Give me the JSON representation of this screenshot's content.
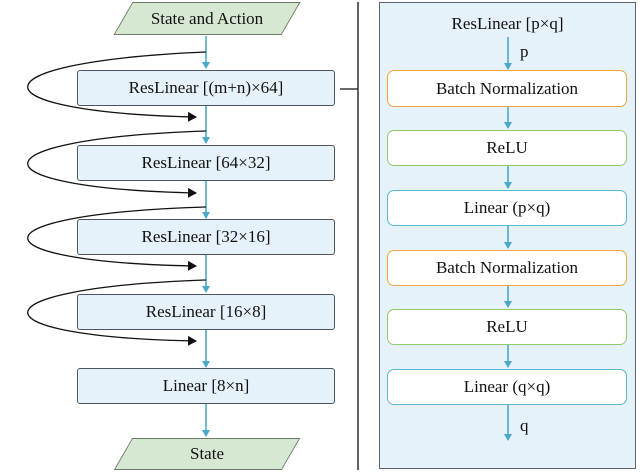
{
  "left": {
    "input": "State and Action",
    "layers": [
      "ResLinear [(m+n)×64]",
      "ResLinear [64×32]",
      "ResLinear [32×16]",
      "ResLinear [16×8]",
      "Linear [8×n]"
    ],
    "output": "State"
  },
  "right": {
    "title": "ResLinear [p×q]",
    "input_dim": "p",
    "output_dim": "q",
    "steps": [
      "Batch Normalization",
      "ReLU",
      "Linear (p×q)",
      "Batch Normalization",
      "ReLU",
      "Linear (q×q)"
    ]
  },
  "colors": {
    "arrow": "#4aa9c9",
    "io_fill": "#d7e8d2",
    "layer_fill": "#e6f2f9",
    "batch_norm_border": "#f4a63b",
    "relu_border": "#93c96e",
    "linear_border": "#5ab8cf"
  }
}
